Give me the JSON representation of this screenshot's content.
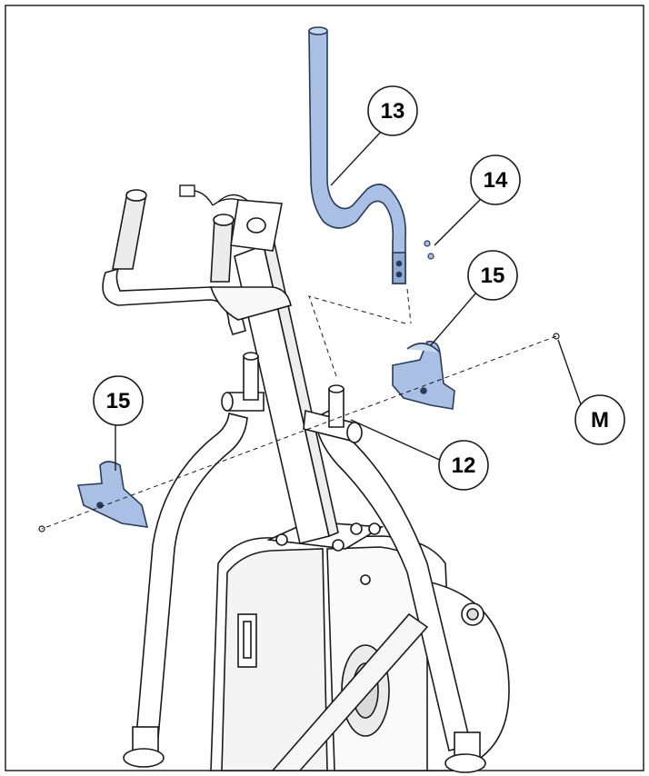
{
  "diagram": {
    "colors": {
      "part_fill": "#a9bfe3",
      "part_stroke": "#2a3b5a",
      "line": "#1a1a1a",
      "frame_fill": "#ffffff",
      "shade": "#e8e8e8"
    },
    "callouts": [
      {
        "id": "c13",
        "label": "13",
        "target": "upright-tube-part"
      },
      {
        "id": "c14",
        "label": "14",
        "target": "bolt-set-part"
      },
      {
        "id": "c15a",
        "label": "15",
        "target": "right-cover-part"
      },
      {
        "id": "c15b",
        "label": "15",
        "target": "left-cover-part"
      },
      {
        "id": "c12",
        "label": "12",
        "target": "crossbar-mount"
      },
      {
        "id": "cM",
        "label": "M",
        "target": "screw-hardware"
      }
    ]
  }
}
